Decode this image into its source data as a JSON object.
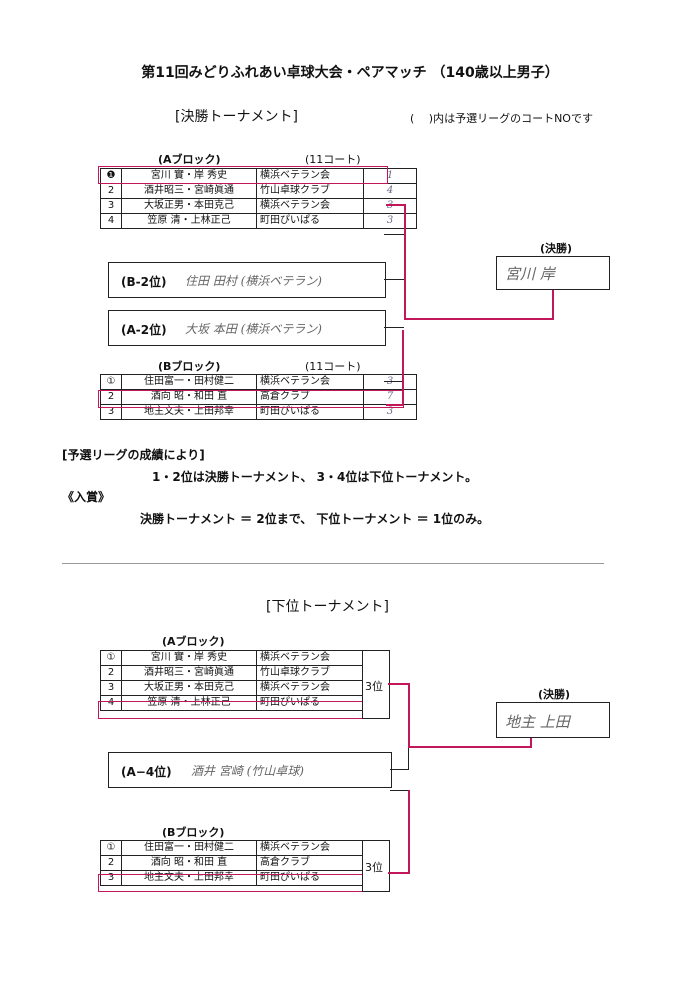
{
  "title": "第11回みどりふれあい卓球大会・ペアマッチ （140歳以上男子）",
  "upper": {
    "section_title": "[決勝トーナメント]",
    "note": "(　 )内は予選リーグのコートNOです",
    "block_a": {
      "label": "(Aブロック)",
      "court": "(11コート)",
      "rows": [
        {
          "num": "❶",
          "names": "宮川 實・岸 秀史",
          "club": "横浜ベテラン会",
          "hand": "1"
        },
        {
          "num": "2",
          "names": "酒井昭三・宮崎眞通",
          "club": "竹山卓球クラブ",
          "hand": "4"
        },
        {
          "num": "3",
          "names": "大坂正男・本田克己",
          "club": "横浜ベテラン会",
          "hand": "3"
        },
        {
          "num": "4",
          "names": "笠原 清・上林正己",
          "club": "町田ぴいぱる",
          "hand": "3"
        }
      ]
    },
    "b2": {
      "label": "(B-2位)",
      "hand": "住田 田村 (横浜ベテラン)"
    },
    "a2": {
      "label": "(A-2位)",
      "hand": "大坂 本田 (横浜ベテラン)"
    },
    "block_b": {
      "label": "(Bブロック)",
      "court": "(11コート)",
      "rows": [
        {
          "num": "①",
          "names": "住田富一・田村健二",
          "club": "横浜ベテラン会",
          "hand": "3"
        },
        {
          "num": "2",
          "names": "酒向 昭・和田 直",
          "club": "高倉クラブ",
          "hand": "7"
        },
        {
          "num": "3",
          "names": "地主文夫・上田邦幸",
          "club": "町田ぴいぱる",
          "hand": "3"
        }
      ]
    },
    "final": {
      "label": "(決勝)",
      "hand": "宮川 岸"
    }
  },
  "rules": {
    "head": "[予選リーグの成績により]",
    "line1": "1・2位は決勝トーナメント、 3・4位は下位トーナメント。",
    "award_head": "《入賞》",
    "line2": "決勝トーナメント ＝ 2位まで、 下位トーナメント ＝ 1位のみ。"
  },
  "lower": {
    "section_title": "[下位トーナメント]",
    "block_a": {
      "label": "(Aブロック)",
      "rows": [
        {
          "num": "①",
          "names": "宮川 實・岸 秀史",
          "club": "横浜ベテラン会"
        },
        {
          "num": "2",
          "names": "酒井昭三・宮崎眞通",
          "club": "竹山卓球クラブ"
        },
        {
          "num": "3",
          "names": "大坂正男・本田克己",
          "club": "横浜ベテラン会"
        },
        {
          "num": "4",
          "names": "笠原 清・上林正己",
          "club": "町田ぴいぱる"
        }
      ],
      "place": "3位"
    },
    "a4": {
      "label": "(A−4位)",
      "hand": "酒井 宮崎 (竹山卓球)"
    },
    "block_b": {
      "label": "(Bブロック)",
      "rows": [
        {
          "num": "①",
          "names": "住田富一・田村健二",
          "club": "横浜ベテラン会"
        },
        {
          "num": "2",
          "names": "酒向 昭・和田 直",
          "club": "高倉クラブ"
        },
        {
          "num": "3",
          "names": "地主文夫・上田邦幸",
          "club": "町田ぴいぱる"
        }
      ],
      "place": "3位"
    },
    "final": {
      "label": "(決勝)",
      "hand": "地主 上田"
    }
  },
  "colors": {
    "highlight": "#c2185b"
  }
}
